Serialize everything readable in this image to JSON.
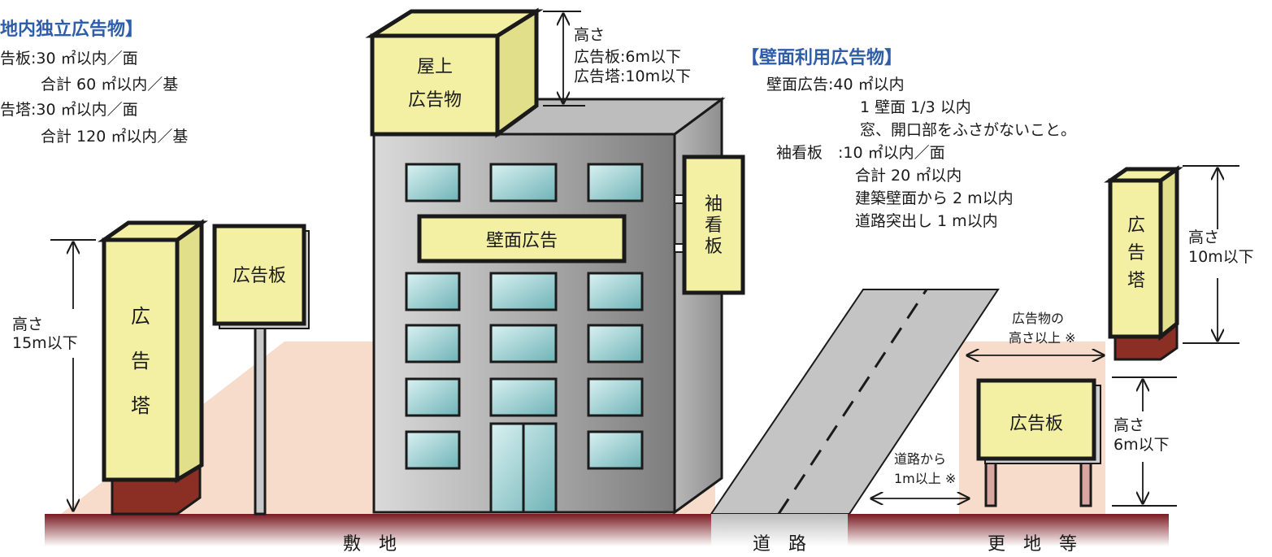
{
  "onsite": {
    "title": "地内独立広告物】",
    "board_line": "告板:30 ㎡以内／面",
    "board_total": "合計 60 ㎡以内／基",
    "tower_line": "告塔:30 ㎡以内／面",
    "tower_total": "合計 120 ㎡以内／基"
  },
  "roof": {
    "sign_line1": "屋上",
    "sign_line2": "広告物",
    "height_label": "高さ",
    "height_board": "広告板:6m以下",
    "height_tower": "広告塔:10m以下"
  },
  "wall": {
    "title": "【壁面利用広告物】",
    "ad_line": "壁面広告:40 ㎡以内",
    "ad_sub1": "1 壁面 1/3 以内",
    "ad_sub2": "窓、開口部をふさがないこと。",
    "sleeve_line": "袖看板　:10 ㎡以内／面",
    "sleeve_sub1": "合計 20 ㎡以内",
    "sleeve_sub2": "建築壁面から 2 m以内",
    "sleeve_sub3": "道路突出し 1 m以内"
  },
  "building": {
    "wall_sign": "壁面広告",
    "sleeve_chars": [
      "袖",
      "看",
      "板"
    ]
  },
  "left_tower": {
    "chars": [
      "広",
      "告",
      "塔"
    ],
    "height_label": "高さ",
    "height_value": "15m以下"
  },
  "left_board": {
    "label": "広告板"
  },
  "right_tower": {
    "chars": [
      "広",
      "告",
      "塔"
    ],
    "height_label": "高さ",
    "height_value": "10m以下",
    "distance_line1": "広告物の",
    "distance_line2": "高さ以上 ※"
  },
  "right_board": {
    "label": "広告板",
    "height_label": "高さ",
    "height_value": "6m以下",
    "distance_line1": "道路から",
    "distance_line2": "1m以上 ※"
  },
  "ground": {
    "site": "敷　地",
    "road": "道　路",
    "vacant": "更　地　等"
  },
  "colors": {
    "sign_fill": "#f3f0a4",
    "sign_side": "#e2df8a",
    "ground_pink": "#f7dccb",
    "road_gray": "#c4c4c4",
    "base_brown": "#8b2f24",
    "window": "#a9d6d9",
    "title_blue": "#2f5ea8"
  }
}
